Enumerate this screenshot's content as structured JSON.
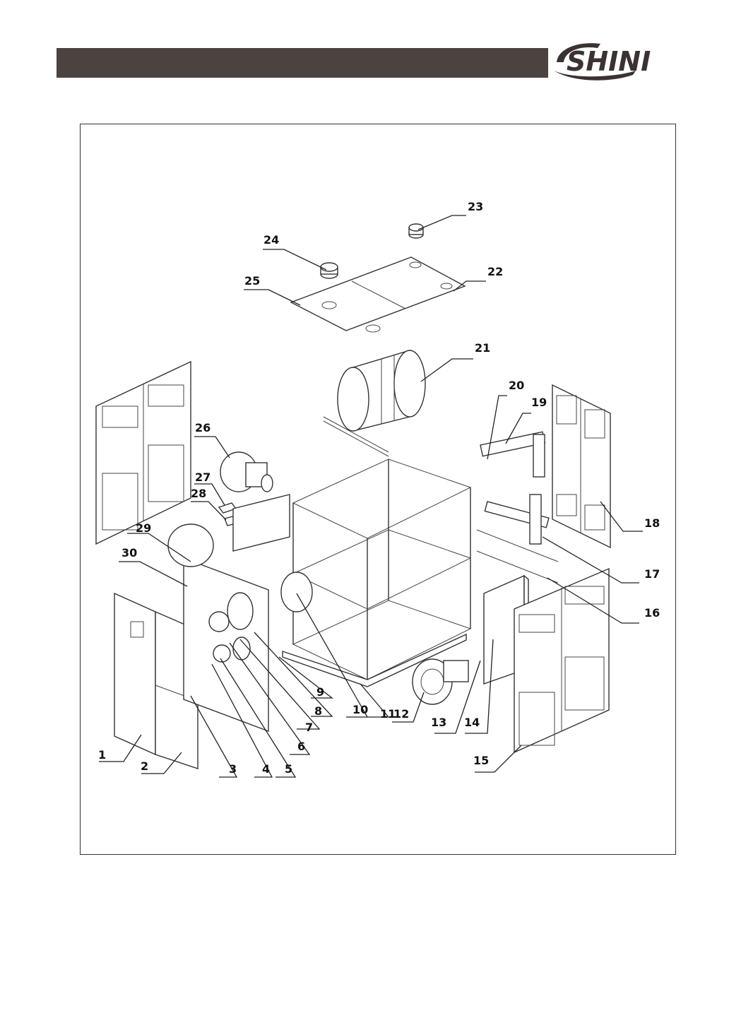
{
  "header": {
    "logo_text": "SHINI",
    "bar_color": "#4a4340"
  },
  "diagram": {
    "part_numbers": [
      "1",
      "2",
      "3",
      "4",
      "5",
      "6",
      "7",
      "8",
      "9",
      "10",
      "11",
      "12",
      "13",
      "14",
      "15",
      "16",
      "17",
      "18",
      "19",
      "20",
      "21",
      "22",
      "23",
      "24",
      "25",
      "26",
      "27",
      "28",
      "29",
      "30"
    ]
  }
}
